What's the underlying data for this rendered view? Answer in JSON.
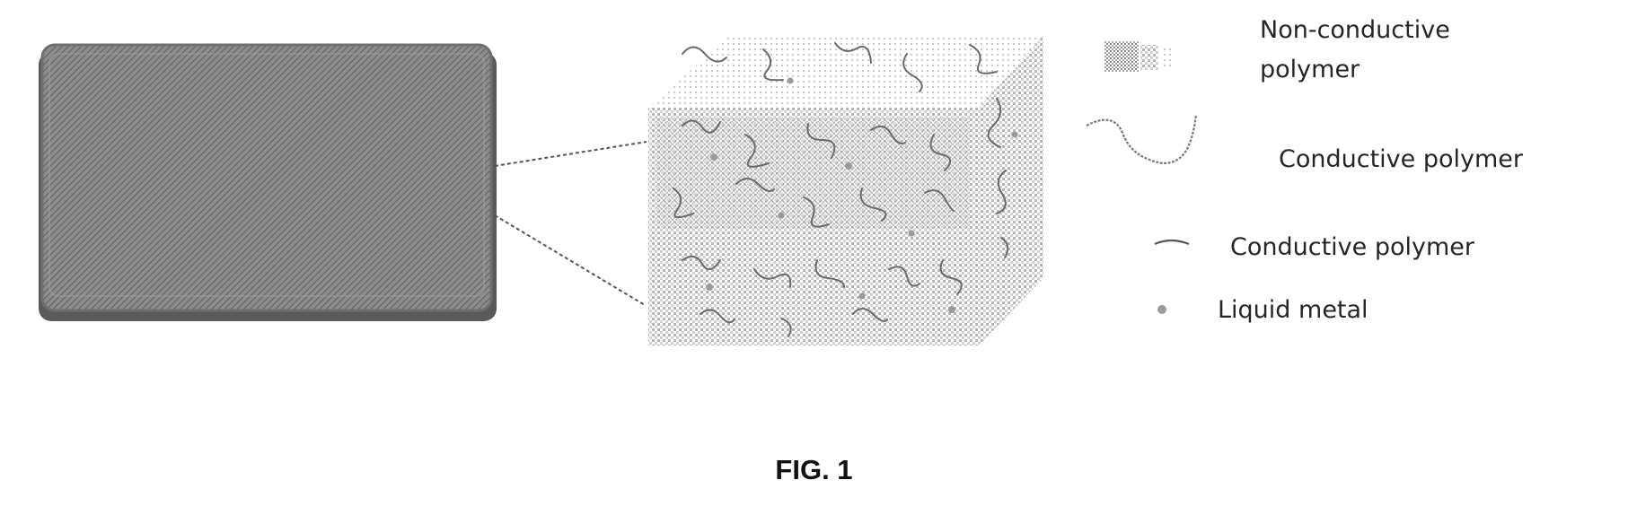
{
  "legend": {
    "non_conductive_polymer": {
      "line1": "Non-conductive",
      "line2": "polymer"
    },
    "conductive_polymer_chain": "Conductive polymer",
    "conductive_polymer_short": "Conductive polymer",
    "liquid_metal": "Liquid metal"
  },
  "caption": "FIG. 1"
}
